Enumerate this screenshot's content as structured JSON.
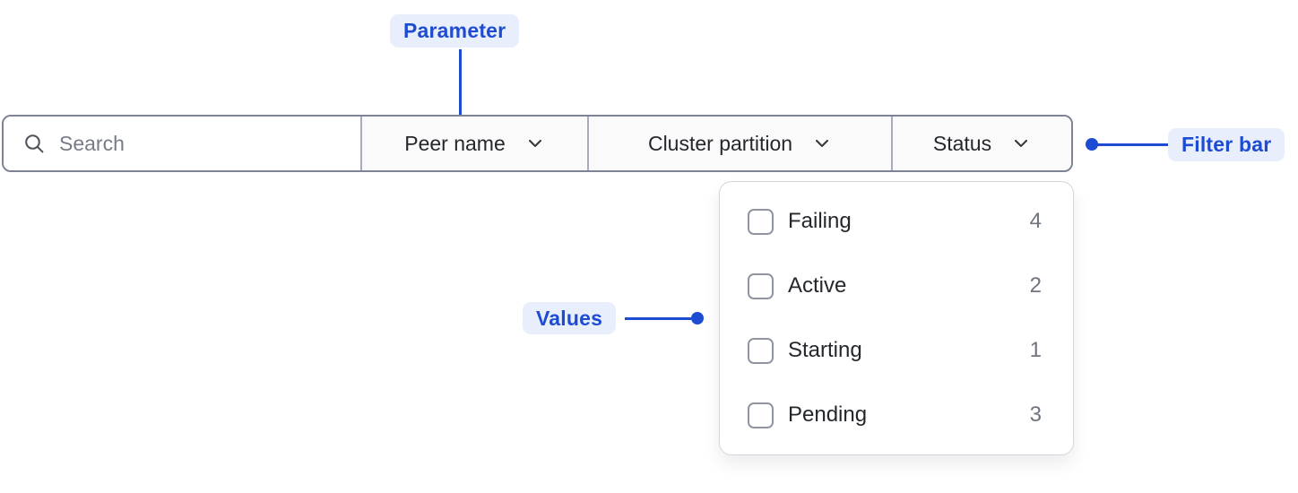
{
  "annotations": {
    "parameter_label": "Parameter",
    "filter_bar_label": "Filter bar",
    "values_label": "Values"
  },
  "filter_bar": {
    "search": {
      "placeholder": "Search",
      "icon": "search-icon"
    },
    "dropdowns": [
      {
        "label": "Peer name",
        "icon": "chevron-down-icon"
      },
      {
        "label": "Cluster partition",
        "icon": "chevron-down-icon"
      },
      {
        "label": "Status",
        "icon": "chevron-down-icon",
        "expanded": true
      }
    ]
  },
  "status_dropdown": {
    "items": [
      {
        "label": "Failing",
        "count": "4",
        "checked": false
      },
      {
        "label": "Active",
        "count": "2",
        "checked": false
      },
      {
        "label": "Starting",
        "count": "1",
        "checked": false
      },
      {
        "label": "Pending",
        "count": "3",
        "checked": false
      }
    ]
  },
  "colors": {
    "annotation_blue": "#1d4cd3",
    "annotation_badge_bg": "#e8eefc",
    "filter_bar_border": "#7d8395",
    "dropdown_segment_bg": "#fafafa",
    "panel_border": "#d4d5da",
    "text_primary": "#24272c",
    "text_muted": "#6f747e"
  }
}
